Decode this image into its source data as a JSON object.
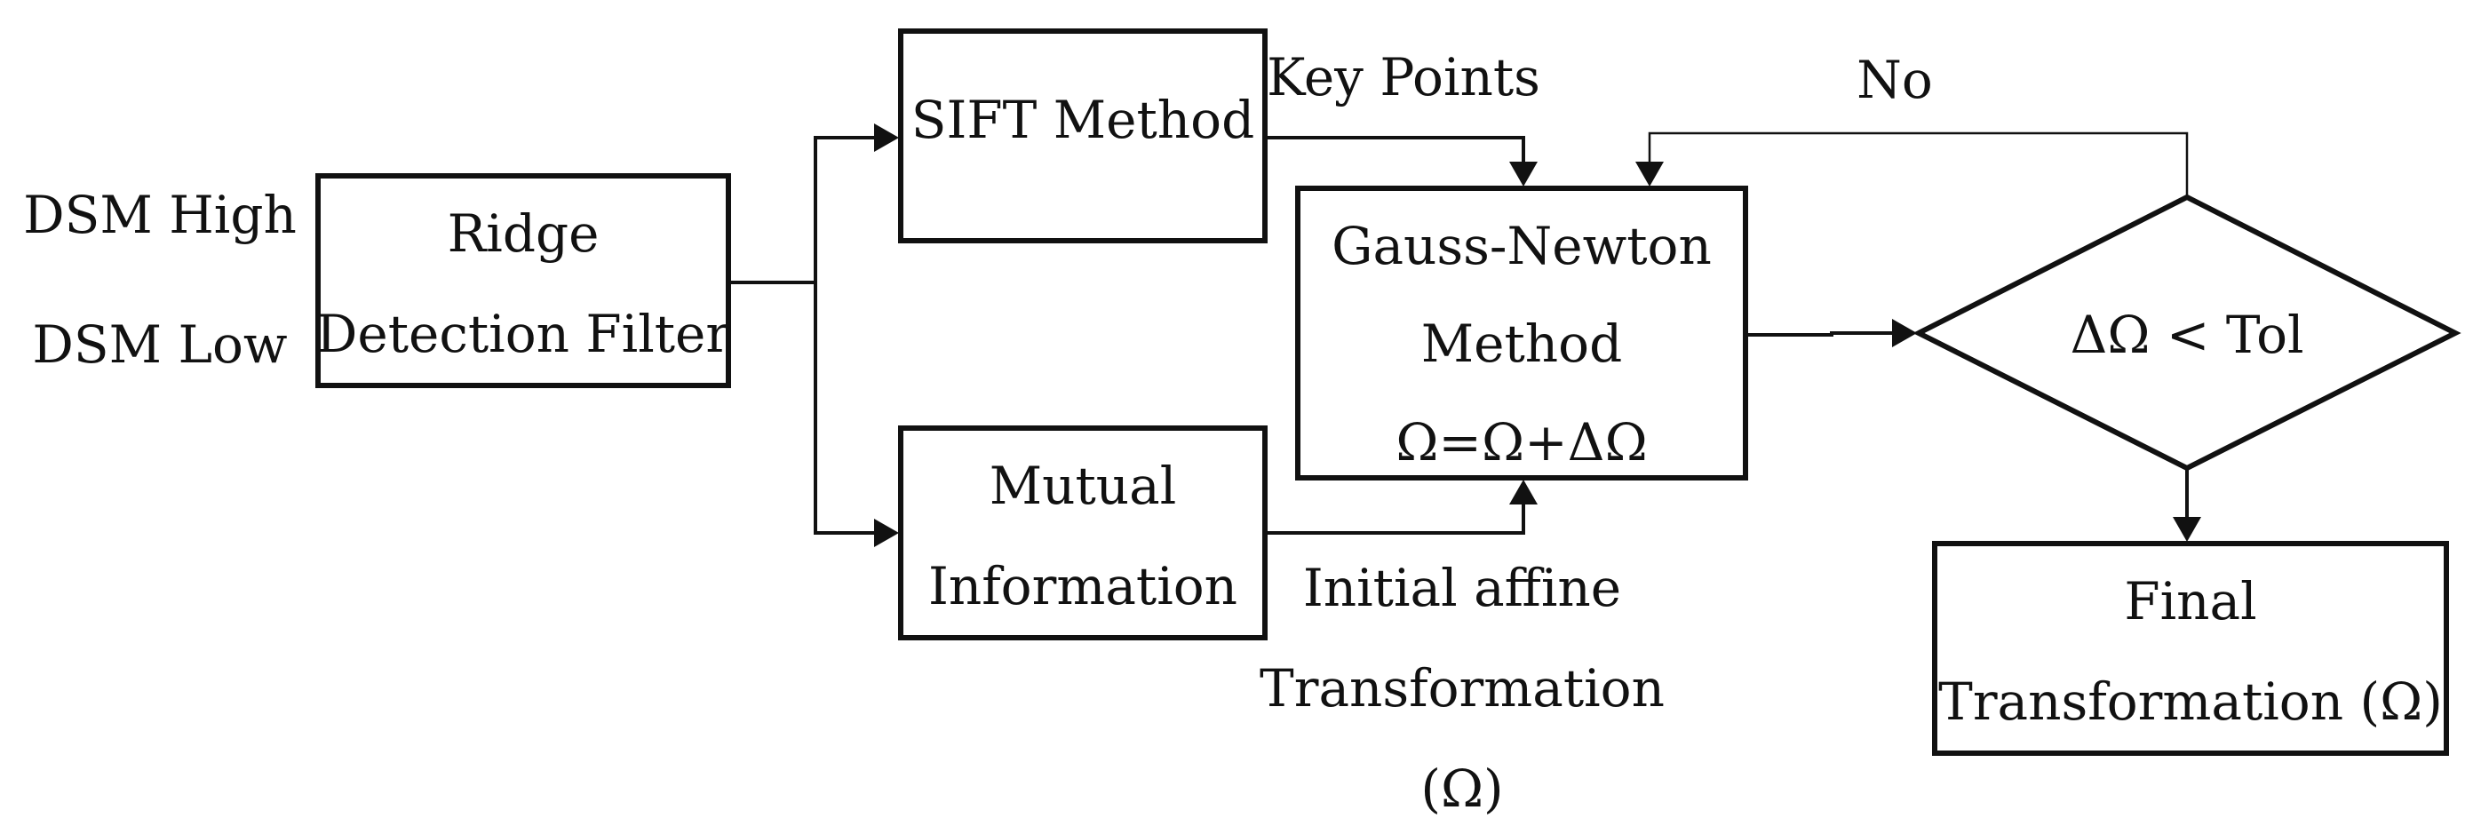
{
  "inputs": {
    "high": "DSM High",
    "low": "DSM Low"
  },
  "ridge_box": {
    "line1": "Ridge",
    "line2": "Detection Filter"
  },
  "sift_box": {
    "label": "SIFT Method"
  },
  "mutual_box": {
    "line1": "Mutual",
    "line2": "Information"
  },
  "gauss_box": {
    "line1": "Gauss-Newton",
    "line2": "Method",
    "line3": "Ω=Ω+ΔΩ"
  },
  "decision": {
    "label": "ΔΩ < Tol",
    "no_label": "No"
  },
  "final_box": {
    "line1": "Final",
    "line2": "Transformation (Ω)"
  },
  "edge_labels": {
    "key_points": "Key Points",
    "initial_line1": "Initial affine",
    "initial_line2": "Transformation",
    "initial_line3": "(Ω)"
  }
}
